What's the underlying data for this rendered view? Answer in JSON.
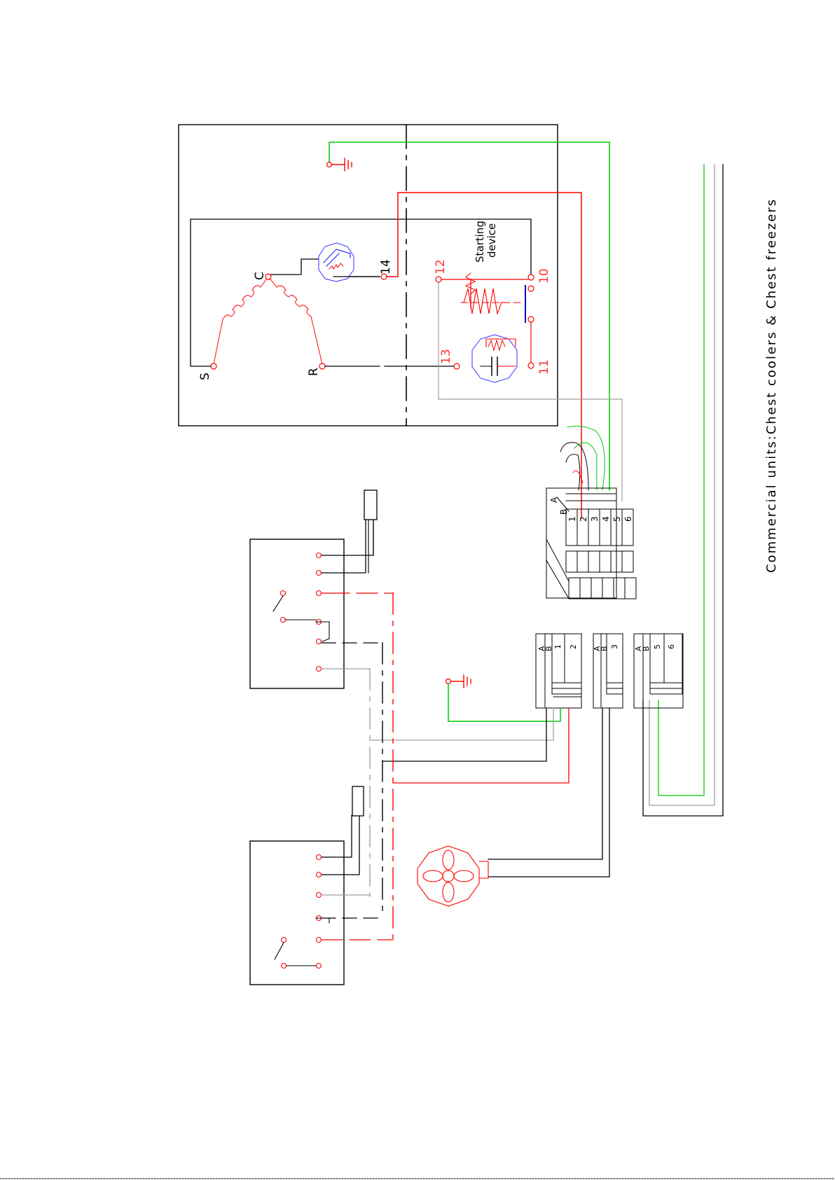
{
  "colors": {
    "phase": "#ff0000",
    "ground": "#00cc00",
    "neutral": "#000000",
    "signal": "#a0a0a0",
    "protector": "#3333ff",
    "winding": "#ff3030"
  },
  "caption": "Commercial units:Chest coolers & Chest freezers",
  "compressor": {
    "terminal_common": "C",
    "terminal_start": "S",
    "terminal_run": "R",
    "starting_device_line1": "Starting",
    "starting_device_line2": "device",
    "terminal_10": "10",
    "terminal_11": "11",
    "terminal_12": "12",
    "terminal_13": "13",
    "terminal_14": "14"
  },
  "main_connector": {
    "label_a": "A",
    "label_b": "B",
    "pins": [
      "1",
      "2",
      "3",
      "4",
      "5",
      "6"
    ]
  },
  "connector_1": {
    "label_a": "A",
    "label_b": "B",
    "pins": [
      "1",
      "2"
    ]
  },
  "connector_2": {
    "label_a": "A",
    "label_b": "B",
    "pins": [
      "3"
    ]
  },
  "connector_3": {
    "label_a": "A",
    "label_b": "B",
    "pins": [
      "5",
      "6"
    ]
  },
  "icons": {
    "ground": "ground-icon",
    "fan": "fan-motor-icon",
    "thermal_protector": "thermal-protector-icon",
    "sensor": "temperature-sensor-icon"
  }
}
